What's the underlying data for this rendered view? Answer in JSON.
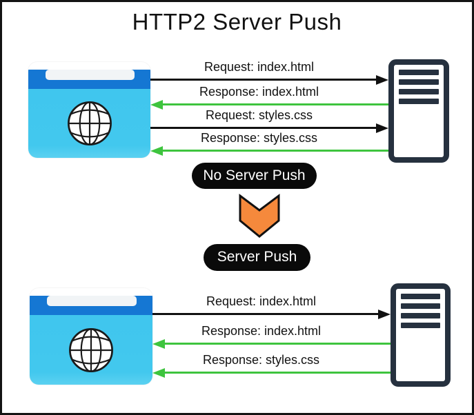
{
  "title": "HTTP2 Server Push",
  "colors": {
    "browser_header_blue": "#1577d3",
    "browser_body_cyan": "#41c7ee",
    "server_navy": "#26313f",
    "request_arrow_black": "#111111",
    "response_arrow_green": "#3ec43e",
    "transition_arrow_orange": "#f5893c",
    "badge_background": "#0a0a0a",
    "badge_text": "#ffffff"
  },
  "icons": {
    "browser": "browser-window-with-globe-icon",
    "server": "server-rack-icon",
    "transition": "orange-down-chevron-arrow-icon"
  },
  "no_push": {
    "badge": "No Server Push",
    "messages": [
      {
        "label": "Request: index.html",
        "direction": "browser-to-server",
        "type": "request"
      },
      {
        "label": "Response: index.html",
        "direction": "server-to-browser",
        "type": "response"
      },
      {
        "label": "Request: styles.css",
        "direction": "browser-to-server",
        "type": "request"
      },
      {
        "label": "Response: styles.css",
        "direction": "server-to-browser",
        "type": "response"
      }
    ]
  },
  "push": {
    "badge": "Server Push",
    "messages": [
      {
        "label": "Request: index.html",
        "direction": "browser-to-server",
        "type": "request"
      },
      {
        "label": "Response: index.html",
        "direction": "server-to-browser",
        "type": "response"
      },
      {
        "label": "Response: styles.css",
        "direction": "server-to-browser",
        "type": "response"
      }
    ]
  }
}
